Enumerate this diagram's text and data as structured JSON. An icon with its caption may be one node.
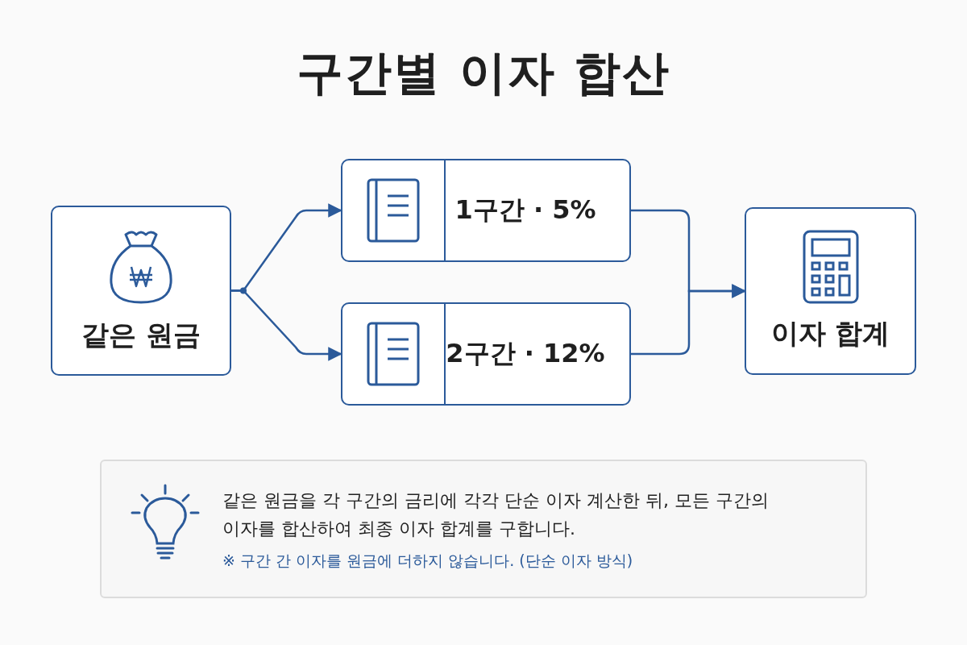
{
  "diagram": {
    "title": "구간별 이자 합산",
    "nodes": [
      {
        "text": [
          "같은 원금"
        ]
      },
      {
        "text": [
          "1구간 · 5%"
        ]
      },
      {
        "text": [
          "2구간 · 12%"
        ]
      },
      {
        "text": [
          "이자 합계"
        ]
      },
      {
        "text": [
          "같은 원금을 각 구간의 금리에 각각 단순 이자 계산한 뒤, 모든 구간의 이자를 합산하여 최종 이자 합계를 구합니다.",
          "※ 구간 간 이자를 원금에 더하지 않습니다. (단순 이자 방식)"
        ]
      }
    ],
    "edges": [
      {
        "from": 0,
        "to": 1,
        "arrow": "to"
      },
      {
        "from": 0,
        "to": 2,
        "arrow": "to"
      },
      {
        "from": 1,
        "to": 3,
        "arrow": "to"
      },
      {
        "from": 2,
        "to": 3,
        "arrow": "to"
      }
    ]
  }
}
